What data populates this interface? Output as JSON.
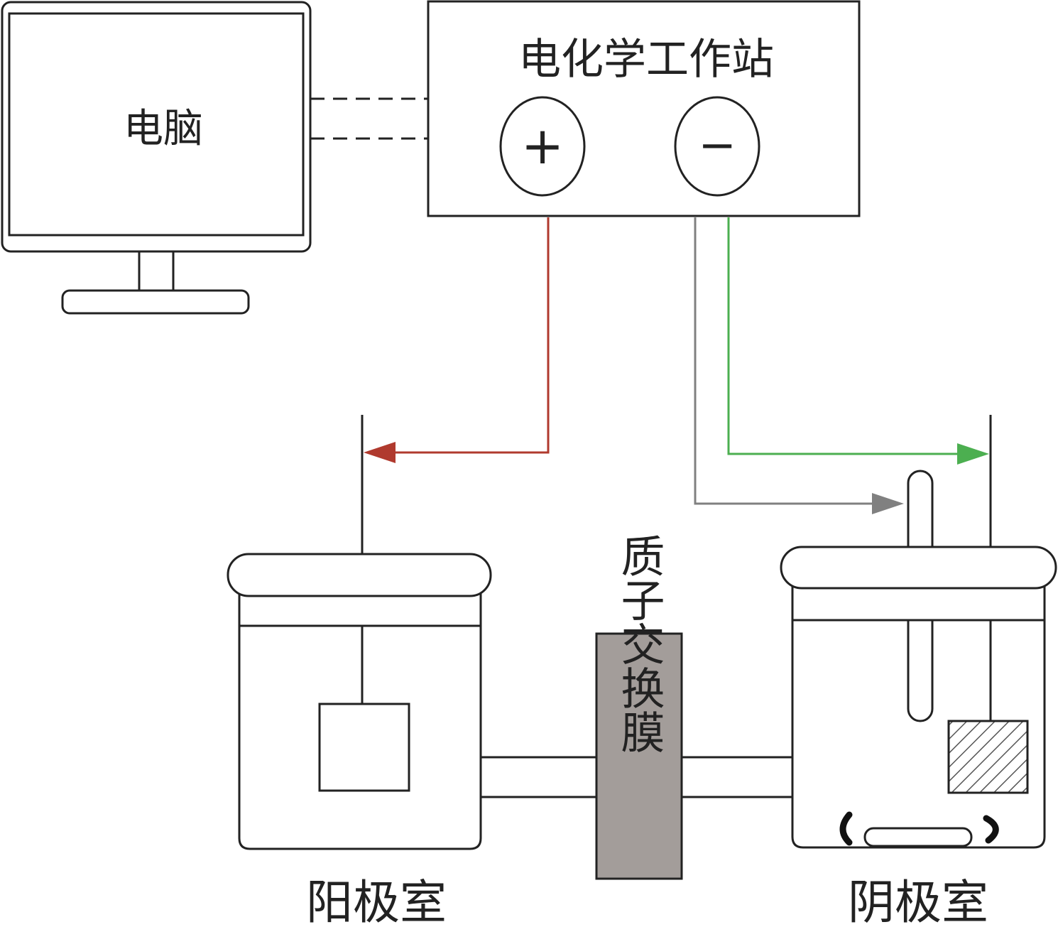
{
  "computer": {
    "label": "电脑"
  },
  "workstation": {
    "label": "电化学工作站",
    "plus_symbol": "+",
    "minus_symbol": "−"
  },
  "membrane": {
    "label": "质子交换膜",
    "color": "#a39d9a"
  },
  "anode": {
    "label": "阳极室"
  },
  "cathode": {
    "label": "阴极室"
  },
  "wires": {
    "anode_color": "#b03a2e",
    "reference_color": "#808080",
    "cathode_color": "#4caf50"
  }
}
